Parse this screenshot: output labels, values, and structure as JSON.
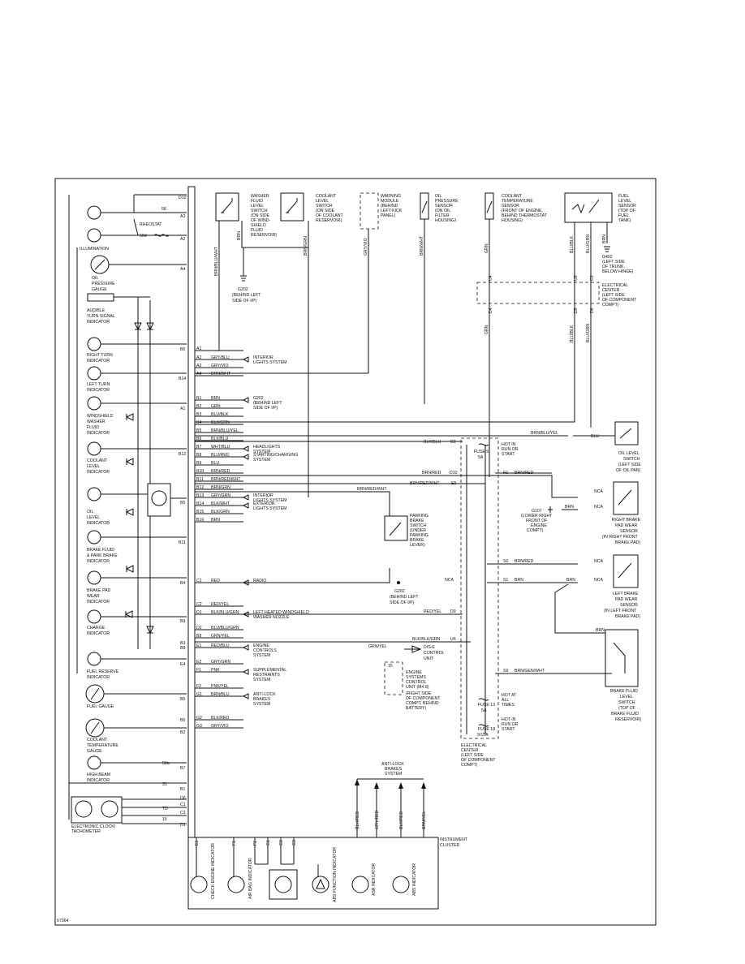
{
  "left_components": [
    {
      "id": "illumination",
      "lines": [
        "ILLUMINATION"
      ]
    },
    {
      "id": "oil_pressure_gauge",
      "lines": [
        "OIL",
        "PRESSURE",
        "GAUGE"
      ]
    },
    {
      "id": "audible_turn",
      "lines": [
        "AUDIBLE",
        "TURN SIGNAL",
        "INDICATOR"
      ]
    },
    {
      "id": "right_turn",
      "lines": [
        "RIGHT TURN",
        "INDICATOR"
      ]
    },
    {
      "id": "left_turn",
      "lines": [
        "LEFT TURN",
        "INDICATOR"
      ]
    },
    {
      "id": "washer",
      "lines": [
        "WINDSHIELD",
        "WASHER",
        "FLUID",
        "INDICATOR"
      ]
    },
    {
      "id": "coolant_level",
      "lines": [
        "COOLANT",
        "LEVEL",
        "INDICATOR"
      ]
    },
    {
      "id": "oil_level",
      "lines": [
        "OIL",
        "LEVEL",
        "INDICATOR"
      ]
    },
    {
      "id": "brake_fluid",
      "lines": [
        "BRAKE FLUID",
        "& PARK BRAKE",
        "INDICATOR"
      ]
    },
    {
      "id": "brake_pad",
      "lines": [
        "BRAKE PAD",
        "WEAR",
        "INDICATOR"
      ]
    },
    {
      "id": "charge",
      "lines": [
        "CHARGE",
        "INDICATOR"
      ]
    },
    {
      "id": "fuel_reserve",
      "lines": [
        "FUEL RESERVE",
        "INDICATOR"
      ]
    },
    {
      "id": "fuel_gauge",
      "lines": [
        "FUEL GAUGE"
      ]
    },
    {
      "id": "coolant_temp",
      "lines": [
        "COOLANT",
        "TEMPERATURE",
        "GAUGE"
      ]
    },
    {
      "id": "high_beam",
      "lines": [
        "HIGH BEAM",
        "INDICATOR"
      ]
    },
    {
      "id": "clock",
      "lines": [
        "ELECTRONIC CLOCK/",
        "TACHOMETER"
      ]
    },
    {
      "id": "rheostat",
      "lines": [
        "RHEOSTAT"
      ]
    }
  ],
  "left_pins": [
    "D10",
    "58",
    "A3",
    "58d",
    "A2",
    "A4",
    "B6",
    "B14",
    "A1",
    "B12",
    "B5",
    "B11",
    "B4",
    "B9",
    "B3",
    "B8",
    "E4",
    "B5",
    "B6",
    "B2",
    "58a",
    "B7",
    "31",
    "B1",
    "D6",
    "C1",
    "TD",
    "C2",
    "15",
    "D1"
  ],
  "connector_rows": [
    {
      "pin": "A1",
      "wire": ""
    },
    {
      "pin": "A2",
      "wire": "GRY/BLU",
      "dest": [
        "INTERIOR",
        "LIGHTS SYSTEM"
      ]
    },
    {
      "pin": "A3",
      "wire": "GRY/VIO"
    },
    {
      "pin": "A4",
      "wire": "BRN/WHT"
    },
    {
      "pin": "B1",
      "wire": "BRN",
      "dest": [
        "G202",
        "(BEHIND LEFT",
        "SIDE OF I/P)"
      ]
    },
    {
      "pin": "B2",
      "wire": "GRN"
    },
    {
      "pin": "B3",
      "wire": "BLU/BLK"
    },
    {
      "pin": "B4",
      "wire": "BLK/GRN"
    },
    {
      "pin": "B5",
      "wire": "BRN/BLU/YEL"
    },
    {
      "pin": "B6",
      "wire": "BLK/BLU"
    },
    {
      "pin": "B7",
      "wire": "WHT/BLU",
      "dest": [
        "HEADLIGHTS",
        "SYSTEM"
      ]
    },
    {
      "pin": "B8",
      "wire": "BLU/RED",
      "dest": [
        "STARTING/CHARGING",
        "SYSTEM"
      ]
    },
    {
      "pin": "B9",
      "wire": "BLU"
    },
    {
      "pin": "B10",
      "wire": "BRN/RED"
    },
    {
      "pin": "B11",
      "wire": "BRN/RED/WHT"
    },
    {
      "pin": "B12",
      "wire": "BRN/GRN"
    },
    {
      "pin": "B13",
      "wire": "GRY/GRN",
      "dest": [
        "INTERIOR",
        "LIGHTS SYSTEM"
      ]
    },
    {
      "pin": "B14",
      "wire": "BLK/WHT",
      "dest": [
        "EXTERIOR",
        "LIGHTS SYSTEM"
      ]
    },
    {
      "pin": "B15",
      "wire": "BLK/GRN"
    },
    {
      "pin": "B16",
      "wire": "BRN"
    },
    {
      "pin": "C1",
      "wire": "RED",
      "dest": [
        "RADIO"
      ]
    },
    {
      "pin": "C2",
      "wire": "RED/YEL"
    },
    {
      "pin": "D1",
      "wire": "BLK/BLU/GRN",
      "dest": [
        "LEFT HEATED WINDSHIELD",
        "WASHER NOZZLE"
      ]
    },
    {
      "pin": "D2",
      "wire": "BLU/BLU/GRN"
    },
    {
      "pin": "B8",
      "wire": "GRN/YEL"
    },
    {
      "pin": "E1",
      "wire": "RED/BLU",
      "dest": [
        "ENGINE",
        "CONTROLS",
        "SYSTEM"
      ]
    },
    {
      "pin": "E2",
      "wire": "GRY/GRN"
    },
    {
      "pin": "F1",
      "wire": "PNK",
      "dest": [
        "SUPPLEMENTAL",
        "RESTRAINTS",
        "SYSTEM"
      ]
    },
    {
      "pin": "F2",
      "wire": "PNK/YEL"
    },
    {
      "pin": "G1",
      "wire": "BRN/BLU",
      "dest": [
        "ANTI-LOCK",
        "BRAKES",
        "SYSTEM"
      ]
    },
    {
      "pin": "G2",
      "wire": "BLK/RED"
    },
    {
      "pin": "G3",
      "wire": "GRY/VIO"
    }
  ],
  "top_components": [
    {
      "id": "washer_switch",
      "lines": [
        "WASHER",
        "FLUID",
        "LEVEL",
        "SWITCH",
        "(ON SIDE",
        "OF WIND-",
        "SHIELD",
        "FLUID",
        "RESERVOIR)"
      ]
    },
    {
      "id": "coolant_switch",
      "lines": [
        "COOLANT",
        "LEVEL",
        "SWITCH",
        "(ON SIDE",
        "OF COOLANT",
        "RESERVOIR)"
      ]
    },
    {
      "id": "warning_module",
      "lines": [
        "WARNING",
        "MODULE",
        "(BEHIND",
        "LEFT KICK",
        "PANEL)"
      ]
    },
    {
      "id": "oil_pressure_sensor",
      "lines": [
        "OIL",
        "PRESSURE",
        "SENSOR",
        "(ON OIL",
        "FILTER",
        "HOUSING)"
      ]
    },
    {
      "id": "coolant_temp_sensor",
      "lines": [
        "COOLANT",
        "TEMPERATURE",
        "SENSOR",
        "(FRONT OF ENGINE,",
        "BEHIND THERMOSTAT",
        "HOUSING)"
      ]
    },
    {
      "id": "fuel_level_sensor",
      "lines": [
        "FUEL",
        "LEVEL",
        "SENSOR",
        "(TOP OF",
        "FUEL",
        "TANK)"
      ]
    }
  ],
  "vertical_wires": [
    {
      "id": "w1",
      "label": "BRN/BLU/WHT"
    },
    {
      "id": "w2",
      "label": "BRN"
    },
    {
      "id": "w3",
      "label": "BRN/GRN"
    },
    {
      "id": "w4",
      "label": "GRY/VIO"
    },
    {
      "id": "w5",
      "label": "BRN/WHT"
    },
    {
      "id": "w6",
      "label": "GRN"
    },
    {
      "id": "w7",
      "label": "BLU/BLK"
    },
    {
      "id": "w8",
      "label": "BLU/GRN"
    },
    {
      "id": "w9",
      "label": "BRN"
    },
    {
      "id": "w10",
      "label": "GRN"
    },
    {
      "id": "w11",
      "label": "BLU/BLK"
    },
    {
      "id": "w12",
      "label": "BLU/GRN"
    }
  ],
  "grounds": [
    {
      "id": "g202_top",
      "lines": [
        "G202",
        "(BEHIND LEFT",
        "SIDE OF I/P)"
      ]
    },
    {
      "id": "g402",
      "lines": [
        "G402",
        "(LEFT SIDE",
        "OF TRUNK,",
        "BELOW HINGE)"
      ]
    },
    {
      "id": "g202_mid",
      "lines": [
        "G202",
        "(BEHIND LEFT",
        "SIDE OF I/P)"
      ]
    },
    {
      "id": "g107",
      "lines": [
        "G107",
        "(LOWER RIGHT",
        "FRONT OF",
        "ENGINE",
        "COMPT)"
      ]
    }
  ],
  "elec_center_top": [
    "ELECTRICAL",
    "CENTER",
    "(LEFT SIDE",
    "OF COMPONENT",
    "COMPT)"
  ],
  "elec_center_bottom": [
    "ELECTRICAL",
    "CENTER",
    "(LEFT SIDE",
    "OF COMPONENT",
    "COMPT)"
  ],
  "ec_pins_top": [
    "U4",
    "U9",
    "C3",
    "D4",
    "D5",
    "D6"
  ],
  "right_components": [
    {
      "id": "oil_level_switch",
      "lines": [
        "OIL LEVEL",
        "SWITCH",
        "(LEFT SIDE",
        "OF OIL PAN)"
      ]
    },
    {
      "id": "rb_pad",
      "lines": [
        "RIGHT BRAKE",
        "PAD WEAR",
        "SENSOR",
        "(IN RIGHT FRONT",
        "BRAKE PAD)"
      ]
    },
    {
      "id": "lb_pad",
      "lines": [
        "LEFT BRAKE",
        "PAD WEAR",
        "SENSOR",
        "(IN LEFT FRONT",
        "BRAKE PAD)"
      ]
    },
    {
      "id": "bf_switch",
      "lines": [
        "BRAKE FLUID",
        "LEVEL",
        "SWITCH",
        "(TOP OF",
        "BRAKE FLUID",
        "RESERVOIR)"
      ]
    },
    {
      "id": "park_brake",
      "lines": [
        "PARKING",
        "BRAKE",
        "SWITCH",
        "(UNDER",
        "PARKING",
        "BRAKE",
        "LEVER)"
      ]
    },
    {
      "id": "dis_e",
      "lines": [
        "DIS-E",
        "CONTROL",
        "UNIT"
      ]
    },
    {
      "id": "ecu",
      "lines": [
        "ENGINE",
        "SYSTEMS",
        "CONTROL",
        "UNIT (M4.8)",
        "(RIGHT SIDE",
        "OF COMPONENT",
        "COMPT, BEHIND",
        "BATTERY)"
      ]
    }
  ],
  "fuses": [
    {
      "id": "fuse9",
      "name": "FUSE 9",
      "amp": "5A",
      "note": [
        "HOT IN",
        "RUN OR",
        "START"
      ]
    },
    {
      "id": "fuse13",
      "name": "FUSE 13",
      "amp": "5A",
      "note": [
        "HOT AT",
        "ALL",
        "TIMES"
      ]
    },
    {
      "id": "fuse18",
      "name": "FUSE 18",
      "amp": "5/15A",
      "note": [
        "HOT IN",
        "RUN OR",
        "START"
      ]
    }
  ],
  "right_wires": [
    "BRN/BLU/YEL",
    "BLU",
    "BLK/BLU",
    "D3",
    "BRN/RED",
    "D10",
    "BRN/RED/WHT",
    "E5",
    "F2",
    "BRN/RED",
    "NCA",
    "BRN",
    "NCA",
    "BRN/RED/WHT",
    "S0",
    "BRN/RED",
    "NCA",
    "NCA",
    "S1",
    "BRN",
    "BRN",
    "NCA",
    "RED/YEL",
    "D9",
    "BLK/BLU/GRN",
    "U6",
    "GRN/YEL",
    "15",
    "S9",
    "BRN/GEN/WHT",
    "BRN"
  ],
  "abs": {
    "lines": [
      "ANTI-LOCK",
      "BRAKES",
      "SYSTEM"
    ],
    "wires": [
      "BLU/RED",
      "GRY/RED",
      "BLK/RED",
      "BRN/YEL"
    ]
  },
  "bottom_pins": [
    "E1",
    "F1",
    "F2",
    "G1",
    "G2",
    "G3"
  ],
  "bottom_components": [
    {
      "id": "check_engine",
      "label": "CHECK ENGINE INDICATOR"
    },
    {
      "id": "airbag",
      "label": "AIR BAG INDICATOR"
    },
    {
      "id": "malfunction",
      "label": "ABS FUNCTION INDICATOR"
    },
    {
      "id": "asr",
      "label": "ASR INDICATOR"
    },
    {
      "id": "abs_ind",
      "label": "ABS INDICATOR"
    }
  ],
  "cluster_label": [
    "INSTRUMENT",
    "CLUSTER"
  ],
  "figure_id": "67364"
}
